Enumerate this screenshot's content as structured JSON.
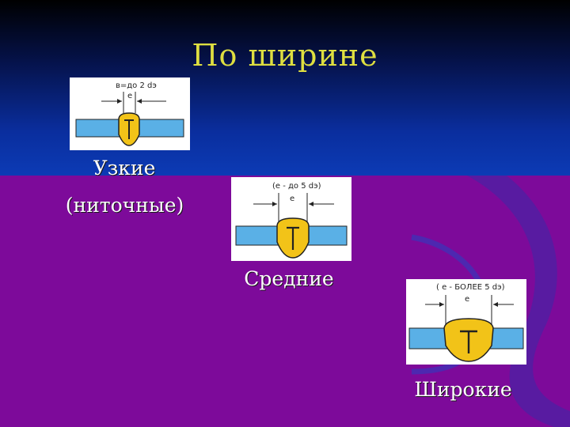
{
  "slide": {
    "title": "По ширине",
    "items": [
      {
        "caption_line1": "Узкие",
        "caption_line2": "(ниточные)",
        "formula": "в=до 2 dэ",
        "dim_label": "е"
      },
      {
        "caption": "Средние",
        "formula": "(е - до 5 dэ)",
        "dim_label": "е"
      },
      {
        "caption": "Широкие",
        "formula": "( е - БОЛЕЕ 5 dэ)",
        "dim_label": "е"
      }
    ]
  },
  "colors": {
    "title": "#dede40",
    "top_background": "#0c3bb5",
    "bottom_background": "#7d0a9a",
    "plate": "#5ab0e6",
    "weld": "#f2c318",
    "caption": "#ffffff"
  }
}
